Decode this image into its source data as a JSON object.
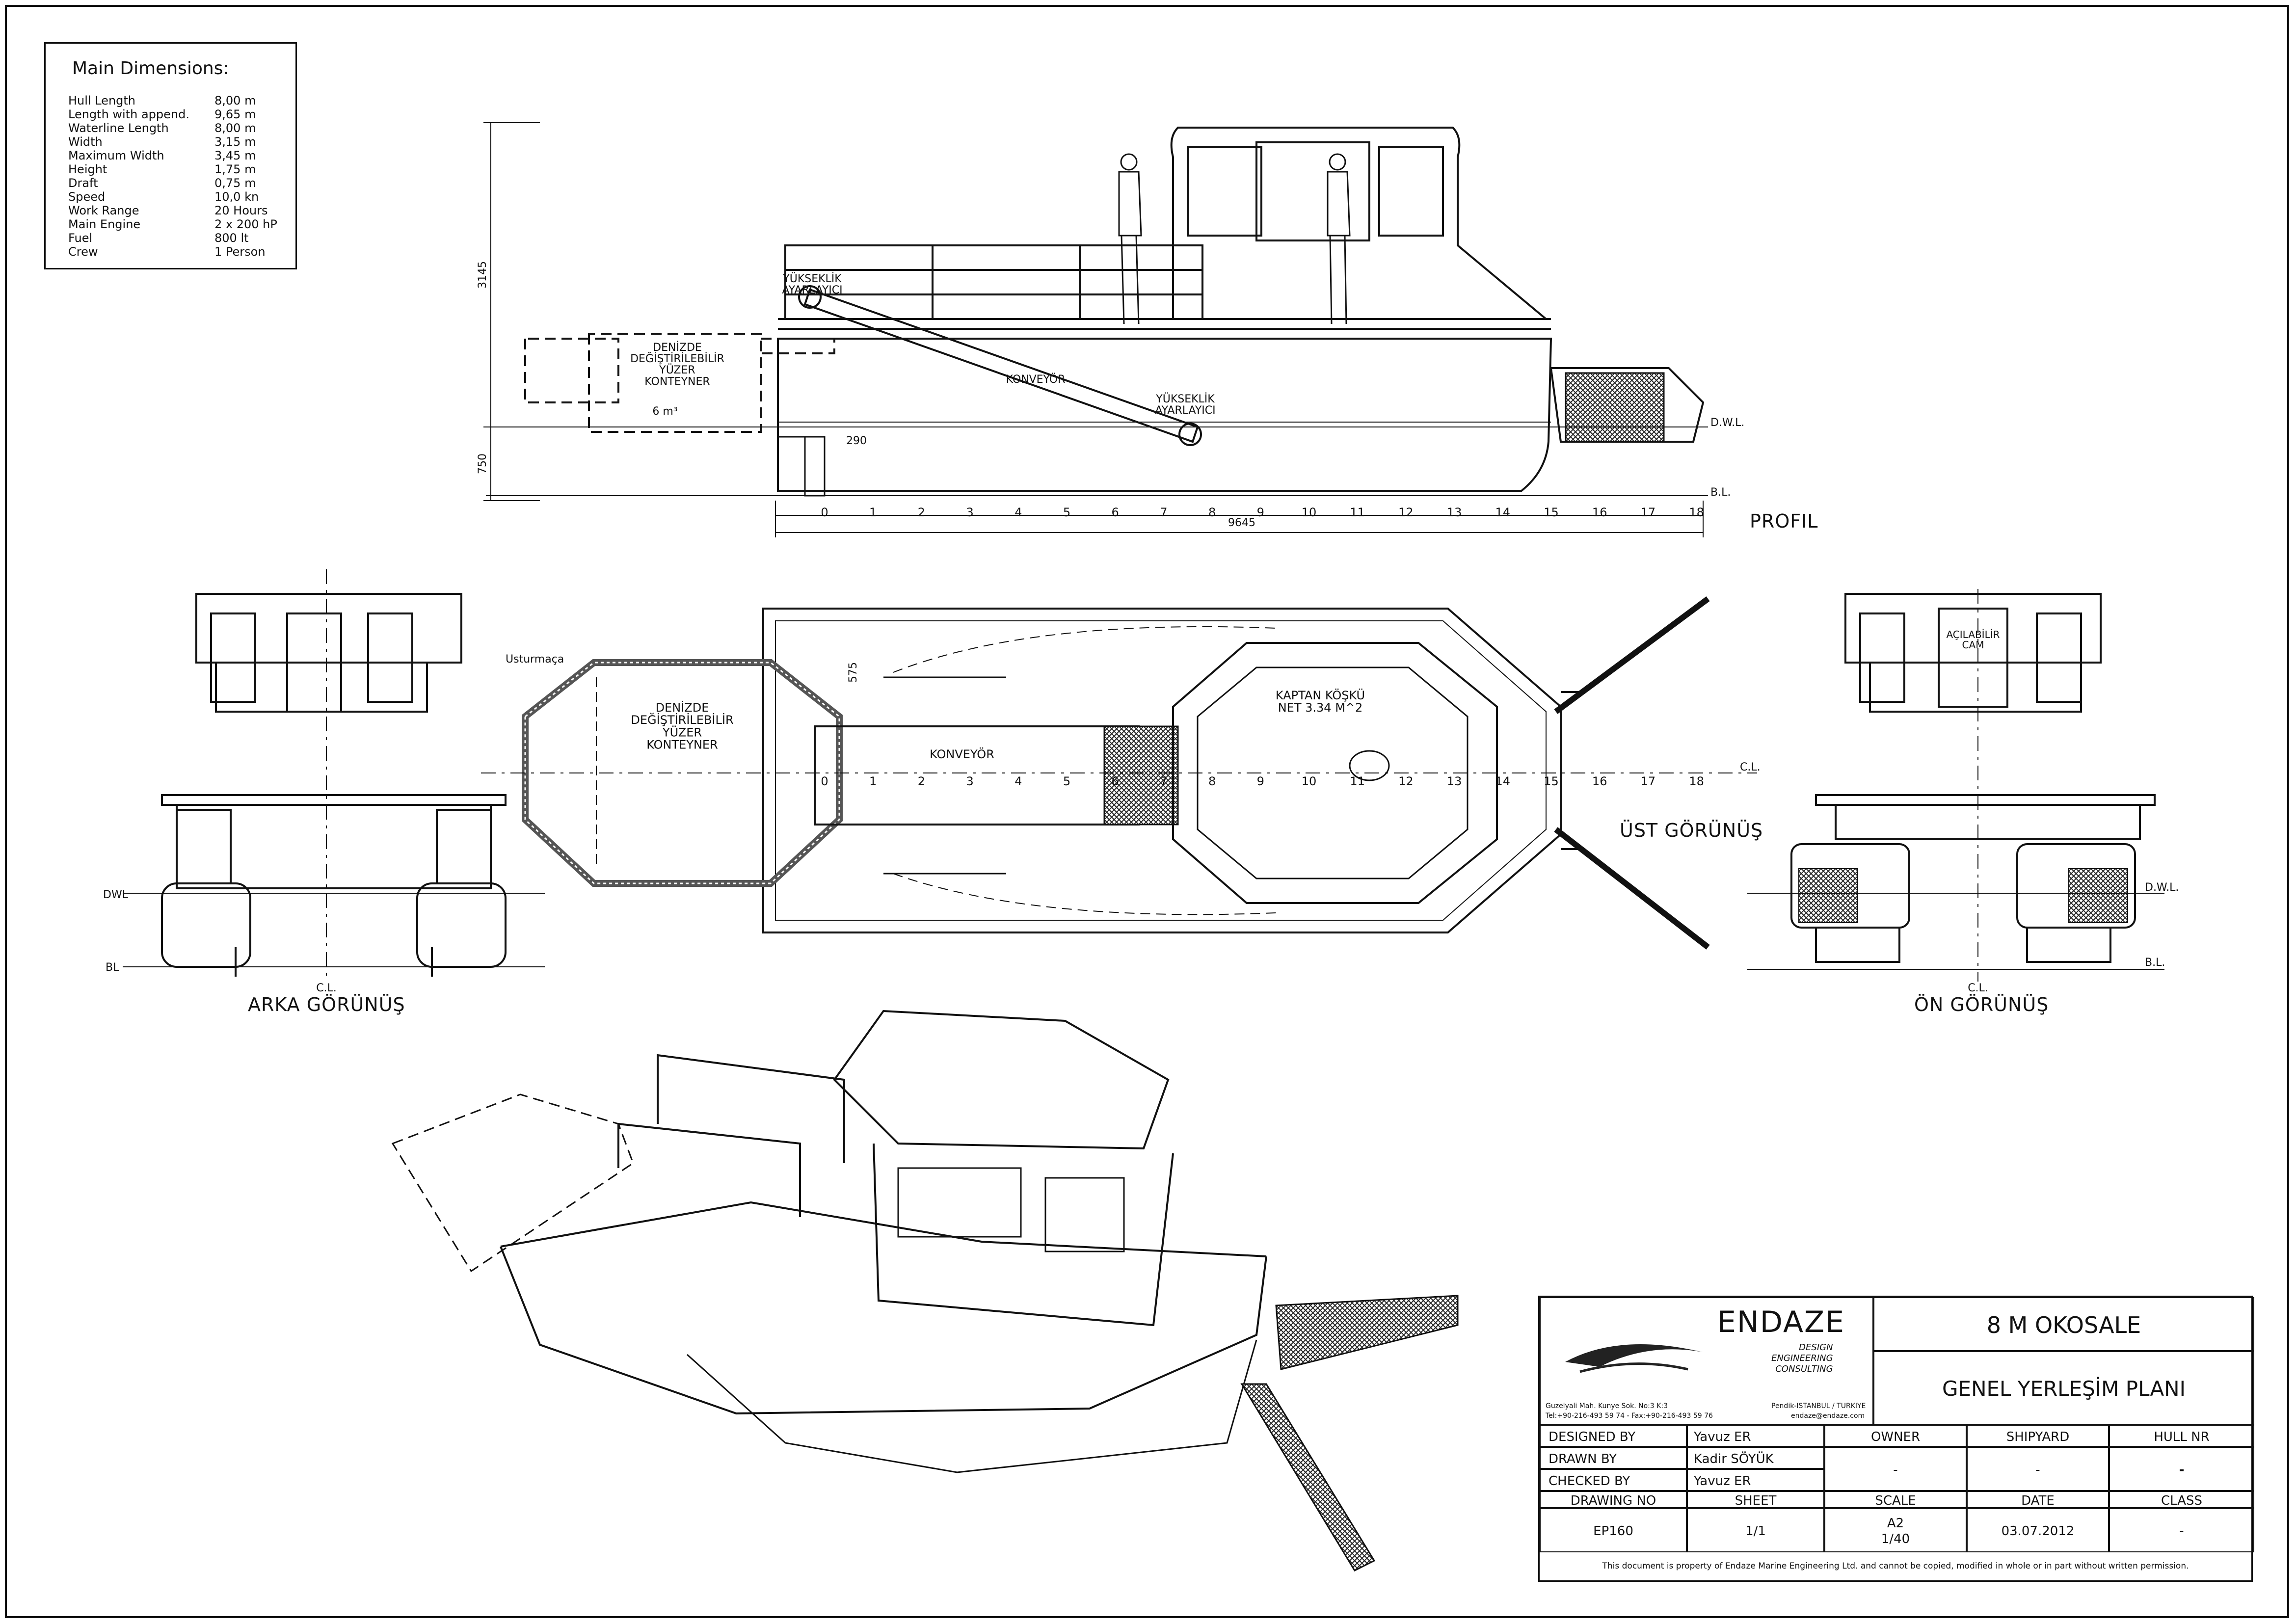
{
  "main_dimensions": {
    "title": "Main Dimensions:",
    "rows": [
      {
        "label": "Hull Length",
        "value": "8,00 m"
      },
      {
        "label": "Length with append.",
        "value": "9,65 m"
      },
      {
        "label": "Waterline Length",
        "value": "8,00 m"
      },
      {
        "label": "Width",
        "value": "3,15 m"
      },
      {
        "label": "Maximum Width",
        "value": "3,45 m"
      },
      {
        "label": "Height",
        "value": "1,75 m"
      },
      {
        "label": "Draft",
        "value": "0,75 m"
      },
      {
        "label": "Speed",
        "value": "10,0 kn"
      },
      {
        "label": "Work Range",
        "value": "20 Hours"
      },
      {
        "label": "Main Engine",
        "value": "2 x 200 hP"
      },
      {
        "label": "Fuel",
        "value": "800 lt"
      },
      {
        "label": "Crew",
        "value": "1 Person"
      }
    ]
  },
  "profile": {
    "title": "PROFIL",
    "height_dim": "3145",
    "draft_dim": "750",
    "length_dim": "9645",
    "offset_dim": "290",
    "frames": [
      "0",
      "1",
      "2",
      "3",
      "4",
      "5",
      "6",
      "7",
      "8",
      "9",
      "10",
      "11",
      "12",
      "13",
      "14",
      "15",
      "16",
      "17",
      "18"
    ],
    "labels": {
      "container": "DENİZDE\nDEĞİŞTİRİLEBİLİR\nYÜZER\nKONTEYNER",
      "volume": "6 m³",
      "height_adj_1": "YÜKSEKLİK\nAYARLAYICI",
      "conveyor": "KONVEYÖR",
      "height_adj_2": "YÜKSEKLİK\nAYARLAYICI",
      "dwl": "D.W.L.",
      "bl": "B.L."
    }
  },
  "top_view": {
    "title": "ÜST GÖRÜNÜŞ",
    "oar": "Usturmaça",
    "container": "DENİZDE\nDEĞİŞTİRİLEBİLİR\nYÜZER\nKONTEYNER",
    "conveyor": "KONVEYÖR",
    "cabin": "KAPTAN KÖŞKÜ\nNET 3.34 M^2",
    "dim_575": "575",
    "cl": "C.L.",
    "frames": [
      "0",
      "1",
      "2",
      "3",
      "4",
      "5",
      "6",
      "7",
      "8",
      "9",
      "10",
      "11",
      "12",
      "13",
      "14",
      "15",
      "16",
      "17",
      "18"
    ]
  },
  "rear_view": {
    "title": "ARKA GÖRÜNÜŞ",
    "dwl": "DWL",
    "bl": "BL",
    "cl": "C.L."
  },
  "front_view": {
    "title": "ÖN GÖRÜNÜŞ",
    "glass": "AÇILABİLİR\nCAM",
    "dwl": "D.W.L.",
    "bl": "B.L.",
    "cl": "C.L."
  },
  "title_block": {
    "company": "ENDAZE",
    "tagline": "DESIGN\nENGINEERING\nCONSULTING",
    "address": "Guzelyali Mah. Kunye Sok. No:3 K:3",
    "phone": "Tel:+90-216-493 59 74 - Fax:+90-216-493 59 76",
    "city": "Pendik-ISTANBUL / TURKIYE",
    "email": "endaze@endaze.com",
    "project": "8 M OKOSALE",
    "drawing_title": "GENEL YERLEŞİM PLANI",
    "designed_by_label": "DESIGNED BY",
    "designed_by": "Yavuz ER",
    "drawn_by_label": "DRAWN BY",
    "drawn_by": "Kadir SÖYÜK",
    "checked_by_label": "CHECKED BY",
    "checked_by": "Yavuz ER",
    "owner_label": "OWNER",
    "owner": "-",
    "shipyard_label": "SHIPYARD",
    "shipyard": "-",
    "hull_nr_label": "HULL NR",
    "hull_nr": "-",
    "drawing_no_label": "DRAWING NO",
    "drawing_no": "EP160",
    "sheet_label": "SHEET",
    "sheet": "1/1",
    "scale_label": "SCALE",
    "scale_paper": "A2",
    "scale": "1/40",
    "date_label": "DATE",
    "date": "03.07.2012",
    "class_label": "CLASS",
    "class": "-",
    "notice": "This document is property of  Endaze Marine Engineering Ltd. and cannot be copied, modified in whole or in part without written permission."
  }
}
